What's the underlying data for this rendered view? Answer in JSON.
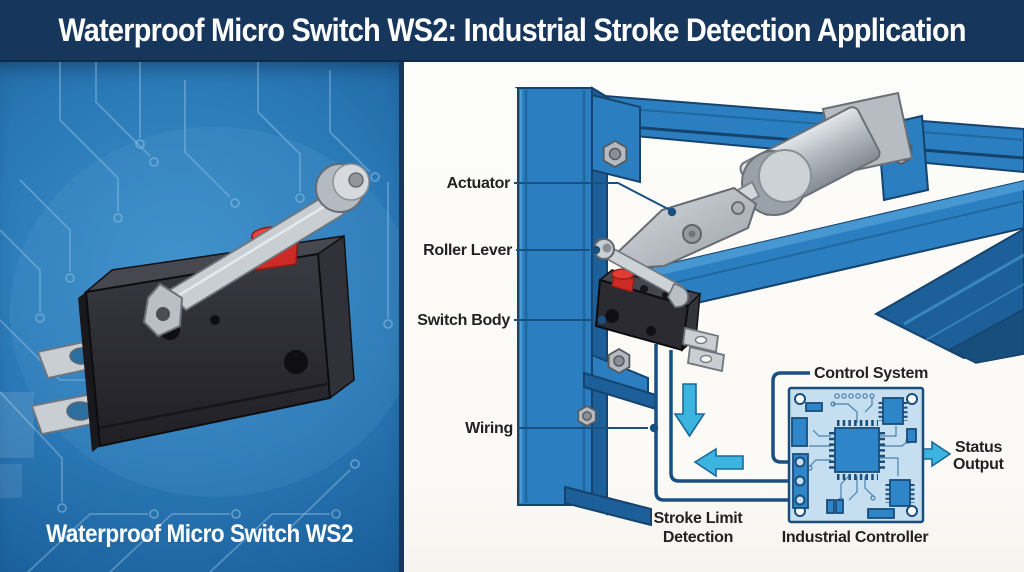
{
  "title_bar": {
    "title": "Waterproof Micro Switch WS2: Industrial Stroke Detection Application"
  },
  "left_panel": {
    "caption": "Waterproof Micro Switch WS2"
  },
  "right_panel": {
    "labels": {
      "actuator": "Actuator",
      "roller_lever": "Roller Lever",
      "switch_body": "Switch Body",
      "wiring": "Wiring",
      "control_system": "Control System",
      "status_output_line1": "Status",
      "status_output_line2": "Output",
      "stroke_limit_line1": "Stroke Limit",
      "stroke_limit_line2": "Detection",
      "industrial_controller": "Industrial Controller"
    }
  },
  "colors": {
    "title_bar": "#16365C",
    "frame_blue": "#2B7FC0",
    "frame_blue_dark": "#1D5F99",
    "frame_outline": "#16436E",
    "accent_cyan": "#3CB4E0",
    "wire_navy": "#1A5080",
    "pcb_board": "#C5DFF0",
    "pcb_chip": "#2E86C8",
    "plunger_red": "#CC2A24",
    "label_ink": "#222222"
  }
}
